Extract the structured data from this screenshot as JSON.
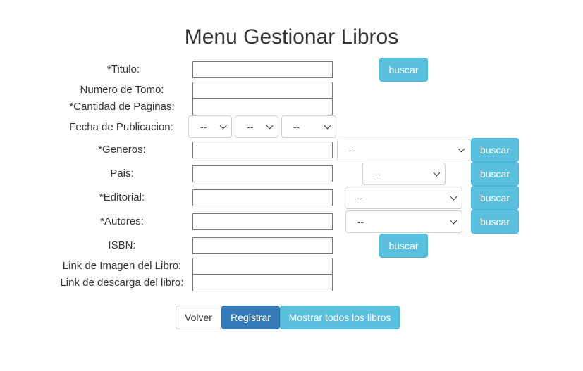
{
  "page": {
    "title": "Menu Gestionar Libros"
  },
  "fields": {
    "titulo": {
      "label": "*Titulo:",
      "value": ""
    },
    "tomo": {
      "label": "Numero de Tomo:",
      "value": ""
    },
    "paginas": {
      "label": "*Cantidad de Paginas:",
      "value": ""
    },
    "fecha": {
      "label": "Fecha de Publicacion:",
      "day": "--",
      "month": "--",
      "year": "--"
    },
    "generos": {
      "label": "*Generos:",
      "value": "",
      "select": "--"
    },
    "pais": {
      "label": "Pais:",
      "value": "",
      "select": "--"
    },
    "editorial": {
      "label": "*Editorial:",
      "value": "",
      "select": "--"
    },
    "autores": {
      "label": "*Autores:",
      "value": "",
      "select": "--"
    },
    "isbn": {
      "label": "ISBN:",
      "value": ""
    },
    "imagen": {
      "label": "Link de Imagen del Libro:",
      "value": ""
    },
    "descarga": {
      "label": "Link de descarga del libro:",
      "value": ""
    }
  },
  "buttons": {
    "buscar": "buscar",
    "volver": "Volver",
    "registrar": "Registrar",
    "mostrar": "Mostrar todos los libros"
  },
  "colors": {
    "info": "#5bc0de",
    "primary": "#337ab7",
    "text": "#333333"
  }
}
